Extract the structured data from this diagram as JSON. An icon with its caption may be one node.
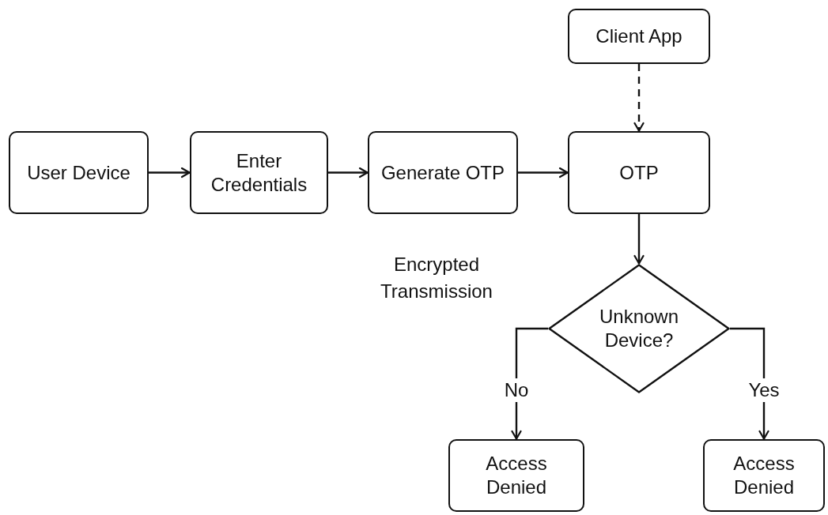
{
  "diagram": {
    "nodes": [
      {
        "text": [
          "Client App"
        ]
      },
      {
        "text": [
          "User Device"
        ]
      },
      {
        "text": [
          "Enter Credentials"
        ]
      },
      {
        "text": [
          "Generate OTP"
        ]
      },
      {
        "text": [
          "OTP"
        ]
      },
      {
        "text": [
          "Unknown Device?"
        ]
      },
      {
        "text": [
          "Access Denied"
        ]
      },
      {
        "text": [
          "Access Denied"
        ]
      }
    ],
    "edges": [
      {
        "from": 1,
        "to": 2,
        "arrow": "to"
      },
      {
        "from": 2,
        "to": 3,
        "arrow": "to"
      },
      {
        "from": 3,
        "to": 4,
        "arrow": "to"
      },
      {
        "from": 0,
        "to": 4,
        "arrow": "to",
        "style": "dashed"
      },
      {
        "from": 4,
        "to": 5,
        "arrow": "to"
      },
      {
        "from": 5,
        "to": 6,
        "arrow": "to",
        "label": "No"
      },
      {
        "from": 5,
        "to": 7,
        "arrow": "to",
        "label": "Yes"
      }
    ],
    "labels": [
      "Encrypted Transmission"
    ]
  }
}
